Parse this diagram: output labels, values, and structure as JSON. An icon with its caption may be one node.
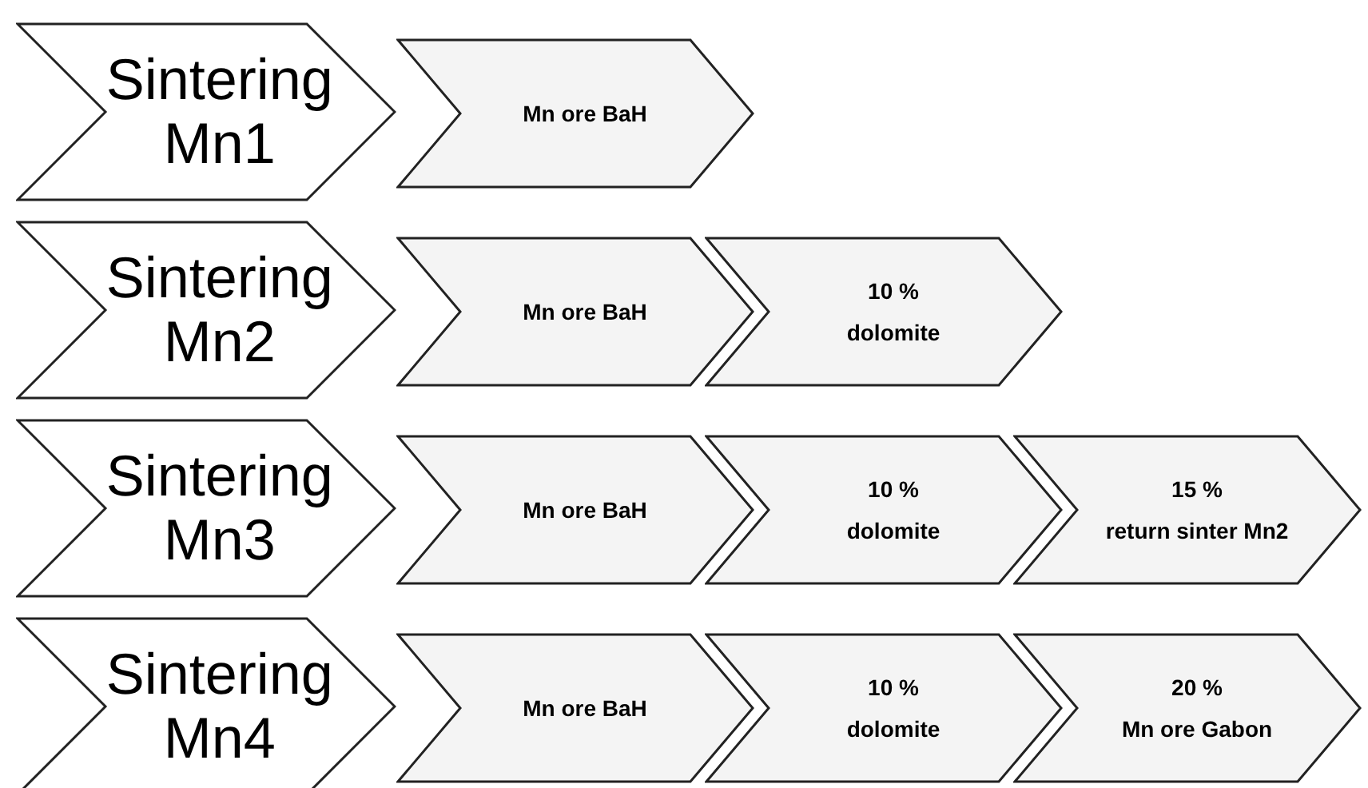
{
  "diagram": {
    "nodes": [
      {
        "text": [
          "Sintering Mn1"
        ]
      },
      {
        "text": [
          "Mn ore BaH"
        ]
      },
      {
        "text": [
          "Sintering Mn2"
        ]
      },
      {
        "text": [
          "Mn ore BaH"
        ]
      },
      {
        "text": [
          "10 %",
          "dolomite"
        ]
      },
      {
        "text": [
          "Sintering Mn3"
        ]
      },
      {
        "text": [
          "Mn ore BaH"
        ]
      },
      {
        "text": [
          "10 %",
          "dolomite"
        ]
      },
      {
        "text": [
          "15 %",
          "return sinter Mn2"
        ]
      },
      {
        "text": [
          "Sintering Mn4"
        ]
      },
      {
        "text": [
          "Mn ore BaH"
        ]
      },
      {
        "text": [
          "10 %",
          "dolomite"
        ]
      },
      {
        "text": [
          "20 %",
          "Mn ore Gabon"
        ]
      }
    ]
  }
}
